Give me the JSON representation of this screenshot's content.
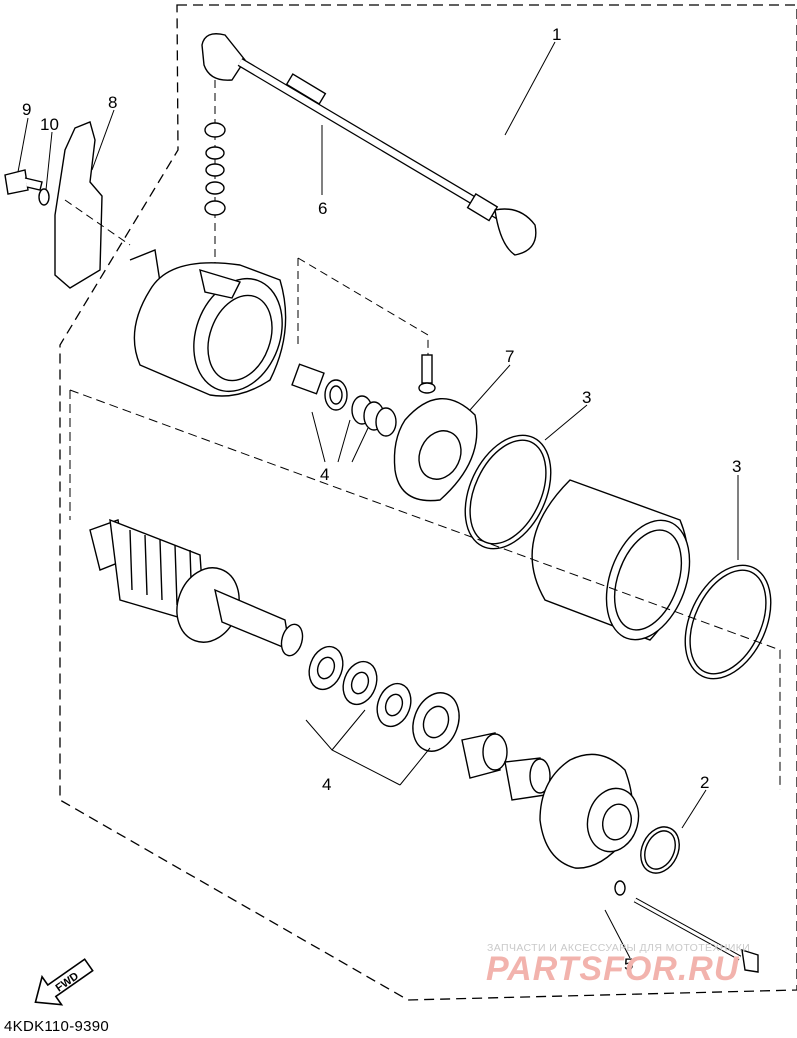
{
  "callouts": {
    "c1": "1",
    "c2": "2",
    "c3a": "3",
    "c3b": "3",
    "c4a": "4",
    "c4b": "4",
    "c5": "5",
    "c6": "6",
    "c7": "7",
    "c8": "8",
    "c9": "9",
    "c10": "10"
  },
  "diagram_code": "4KDK110-9390",
  "fwd_label": "FWD",
  "watermark": {
    "subtitle": "ЗАПЧАСТИ И АКСЕССУАРЫ ДЛЯ МОТОТЕХНИКИ",
    "brand": "PARTSFOR.RU"
  },
  "colors": {
    "line": "#000000",
    "watermark": "#f2b3ad"
  }
}
